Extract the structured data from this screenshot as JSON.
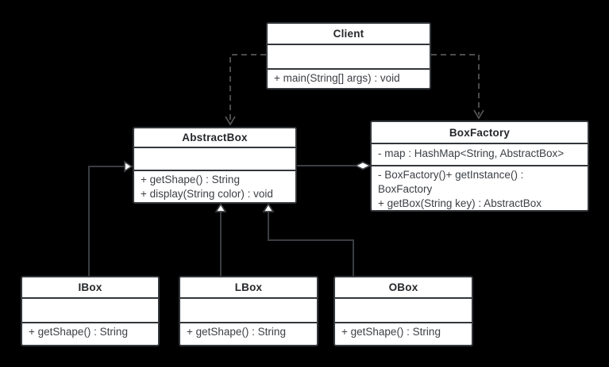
{
  "diagram": {
    "kind": "uml-class-diagram",
    "classes": {
      "client": {
        "name": "Client",
        "attributes": [],
        "methods": [
          "+ main(String[] args) : void"
        ]
      },
      "abstract_box": {
        "name": "AbstractBox",
        "attributes": [],
        "methods": [
          "+ getShape() : String",
          "+ display(String color) : void"
        ]
      },
      "box_factory": {
        "name": "BoxFactory",
        "attributes": [
          "- map : HashMap<String, AbstractBox>"
        ],
        "methods": [
          "- BoxFactory()+ getInstance() : BoxFactory",
          "+ getBox(String key) : AbstractBox"
        ]
      },
      "ibox": {
        "name": "IBox",
        "attributes": [],
        "methods": [
          "+ getShape() : String"
        ]
      },
      "lbox": {
        "name": "LBox",
        "attributes": [],
        "methods": [
          "+ getShape() : String"
        ]
      },
      "obox": {
        "name": "OBox",
        "attributes": [],
        "methods": [
          "+ getShape() : String"
        ]
      }
    },
    "relationships": [
      {
        "type": "dependency",
        "from": "Client",
        "to": "AbstractBox",
        "line": "dashed",
        "head": "open-arrow"
      },
      {
        "type": "dependency",
        "from": "Client",
        "to": "BoxFactory",
        "line": "dashed",
        "head": "open-arrow"
      },
      {
        "type": "aggregation",
        "from": "BoxFactory",
        "to": "AbstractBox",
        "line": "solid",
        "head": "hollow-diamond"
      },
      {
        "type": "generalization",
        "from": "IBox",
        "to": "AbstractBox",
        "line": "solid",
        "head": "hollow-triangle"
      },
      {
        "type": "generalization",
        "from": "LBox",
        "to": "AbstractBox",
        "line": "solid",
        "head": "hollow-triangle"
      },
      {
        "type": "generalization",
        "from": "OBox",
        "to": "AbstractBox",
        "line": "solid",
        "head": "hollow-triangle"
      }
    ],
    "colors": {
      "background": "#000000",
      "box_fill": "#ffffff",
      "box_border": "#33363a",
      "title_text": "#26282b",
      "member_text": "#3d4045",
      "solid_edge": "#3a3d41",
      "dashed_edge": "#585858"
    }
  }
}
